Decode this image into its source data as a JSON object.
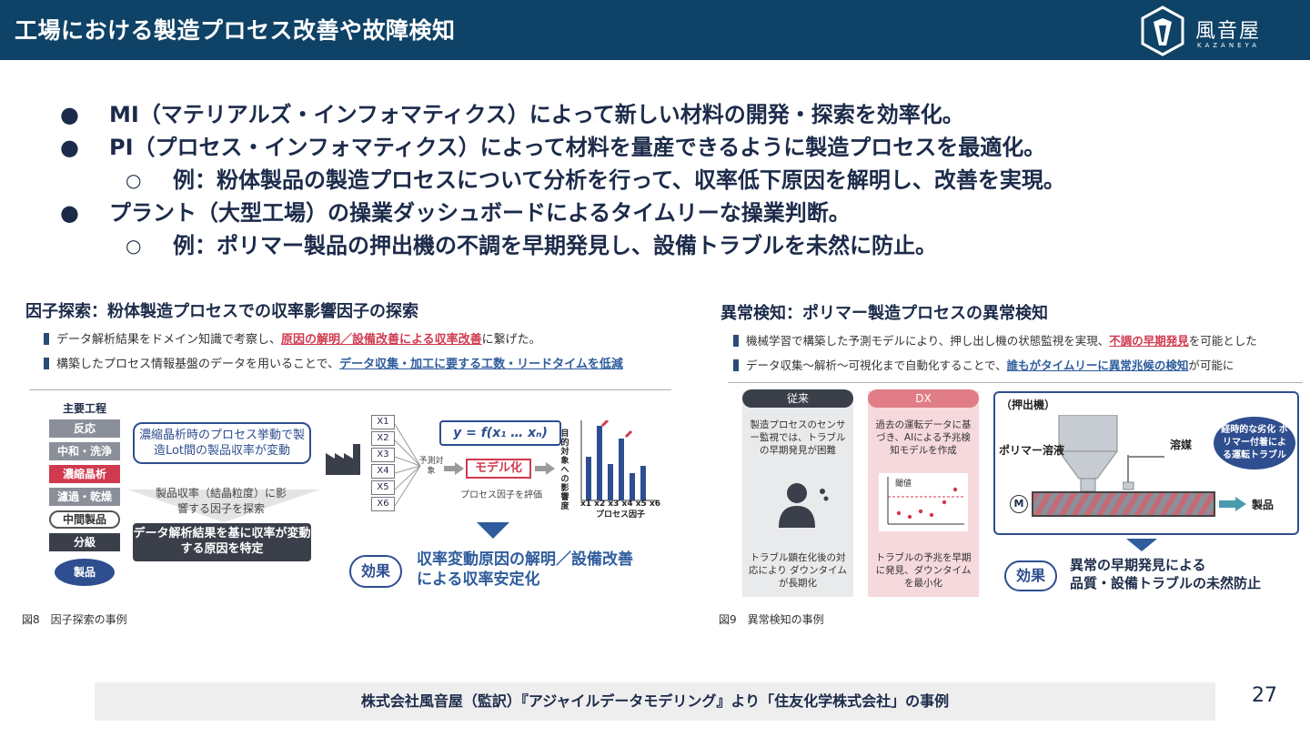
{
  "header": {
    "title": "工場における製造プロセス改善や故障検知",
    "brand_name": "風音屋",
    "brand_sub": "KAZANEYA"
  },
  "bullets": [
    {
      "level": 1,
      "marker": "●",
      "text": "MI（マテリアルズ・インフォマティクス）によって新しい材料の開発・探索を効率化。"
    },
    {
      "level": 1,
      "marker": "●",
      "text": "PI（プロセス・インフォマティクス）によって材料を量産できるように製造プロセスを最適化。"
    },
    {
      "level": 2,
      "marker": "○",
      "text": "例：粉体製品の製造プロセスについて分析を行って、収率低下原因を解明し、改善を実現。"
    },
    {
      "level": 1,
      "marker": "●",
      "text": "プラント（大型工場）の操業ダッシュボードによるタイムリーな操業判断。"
    },
    {
      "level": 2,
      "marker": "○",
      "text": "例：ポリマー製品の押出機の不調を早期発見し、設備トラブルを未然に防止。"
    }
  ],
  "fig1": {
    "title": "因子探索：粉体製造プロセスでの収率影響因子の探索",
    "line1_pre": "データ解析結果をドメイン知識で考察し、",
    "line1_em": "原因の解明／設備改善による収率改善",
    "line1_post": "に繋げた。",
    "line2_pre": "構築したプロセス情報基盤のデータを用いることで、",
    "line2_em": "データ収集・加工に要する工数・リードタイムを低減",
    "process_header": "主要工程",
    "steps": [
      "反応",
      "中和・洗浄",
      "濃縮晶析",
      "濾過・乾燥",
      "中間製品",
      "分級"
    ],
    "product": "製品",
    "callout": "濃縮晶析時のプロセス挙動で製造Lot間の製品収率が変動",
    "arrow_text": "製品収率（結晶粒度）に影響する因子を探索",
    "result": "データ解析結果を基に収率が変動する原因を特定",
    "xs": [
      "X1",
      "X2",
      "X3",
      "X4",
      "X5",
      "X6"
    ],
    "formula": "y = f(x₁ … xₙ)",
    "target": "予測対象",
    "model": "モデル化",
    "evaluate": "プロセス因子を評価",
    "bar_ylabel": "目的対象への影響度",
    "bar_xticks": "x1 x2 x3 x4 x5 x6",
    "bar_xlabel": "プロセス因子",
    "effect_label": "効果",
    "effect_text1": "収率変動原因の解明／設備改善",
    "effect_text2": "による収率安定化",
    "caption": "図8　因子探索の事例"
  },
  "fig2": {
    "title": "異常検知：ポリマー製造プロセスの異常検知",
    "line1_pre": "機械学習で構築した予測モデルにより、押し出し機の状態監視を実現、",
    "line1_em": "不調の早期発見",
    "line1_post": "を可能とした",
    "line2_pre": "データ収集～解析～可視化まで自動化することで、",
    "line2_em": "誰もがタイムリーに異常兆候の検知",
    "line2_post": "が可能に",
    "col_old": {
      "tag": "従来",
      "top": "製造プロセスのセンサー監視では、トラブルの早期発見が困難",
      "bottom": "トラブル顕在化後の対応により ダウンタイムが長期化"
    },
    "col_dx": {
      "tag": "DX",
      "top": "過去の運転データに基づき、AIによる予兆検知モデルを作成",
      "chart_label": "閾値",
      "bottom": "トラブルの予兆を早期に発見、ダウンタイムを最小化"
    },
    "extruder_title": "（押出機）",
    "solvent": "溶媒",
    "polymer": "ポリマー溶液",
    "motor": "M",
    "product": "製品",
    "bubble": "経時的な劣化 ポリマー付着による運転トラブル",
    "effect_label": "効果",
    "effect_text1": "異常の早期発見による",
    "effect_text2": "品質・設備トラブルの未然防止",
    "caption": "図9　異常検知の事例"
  },
  "footer": "株式会社風音屋（監訳）『アジャイルデータモデリング』より「住友化学株式会社」の事例",
  "page_number": "27"
}
